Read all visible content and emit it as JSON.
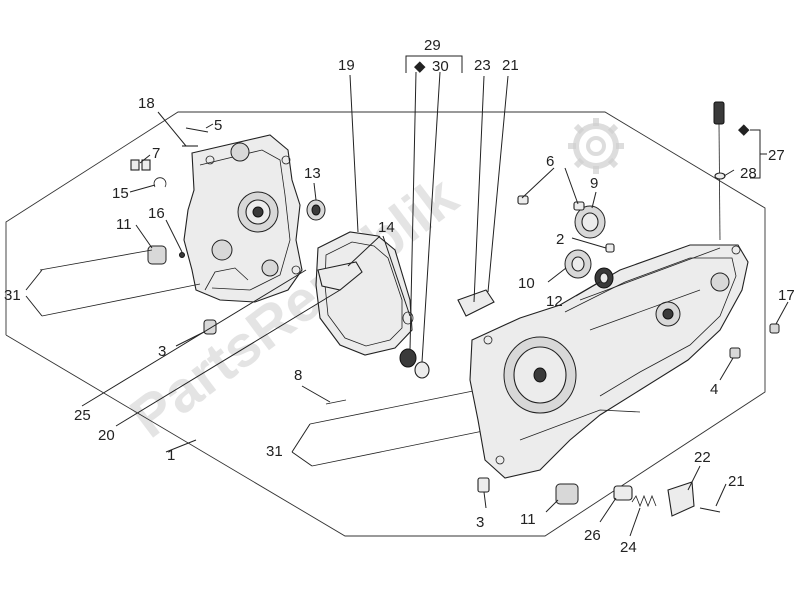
{
  "watermark": {
    "text": "PartsRepublik"
  },
  "callouts": {
    "c1": "1",
    "c2": "2",
    "c3a": "3",
    "c3b": "3",
    "c4": "4",
    "c5": "5",
    "c6": "6",
    "c7": "7",
    "c8": "8",
    "c9": "9",
    "c10": "10",
    "c11a": "11",
    "c11b": "11",
    "c12": "12",
    "c13": "13",
    "c14": "14",
    "c15": "15",
    "c16": "16",
    "c17": "17",
    "c18": "18",
    "c19": "19",
    "c20": "20",
    "c21a": "21",
    "c21b": "21",
    "c22": "22",
    "c23": "23",
    "c24": "24",
    "c25": "25",
    "c26": "26",
    "c27": "27",
    "c28": "28",
    "c29": "29",
    "c30": "30",
    "c31a": "31",
    "c31b": "31"
  },
  "markers": {
    "kit_marker": "◆"
  }
}
